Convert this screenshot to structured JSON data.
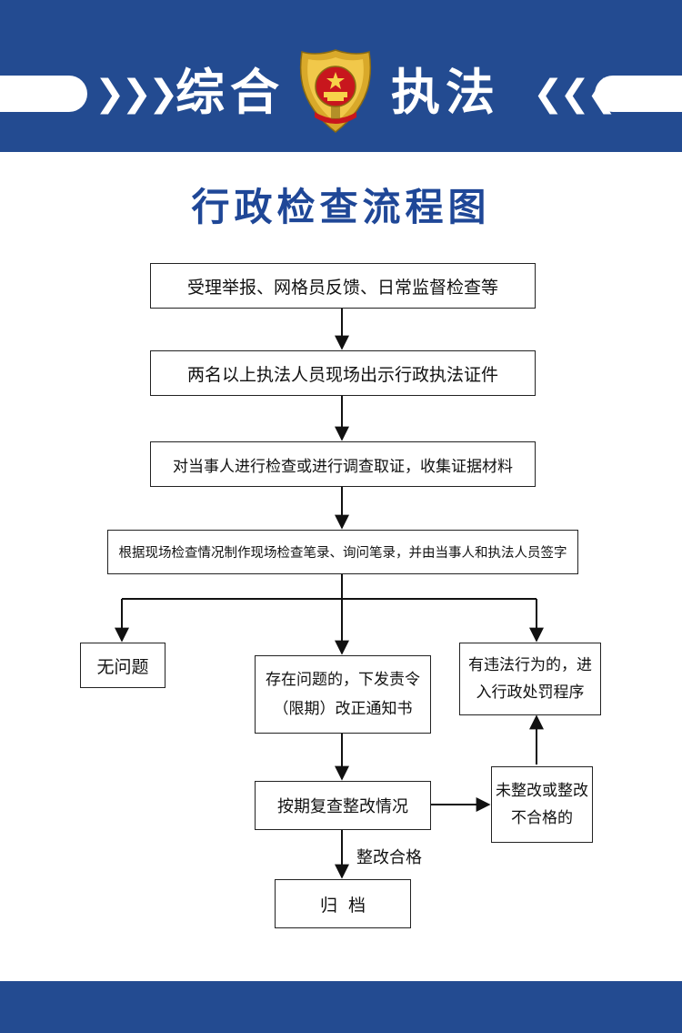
{
  "header": {
    "title_left": "综合",
    "title_right": "执法",
    "chevrons_left": "❯❯❯",
    "chevrons_right": "❮❮❮",
    "emblem_icon": "police-emblem-icon"
  },
  "title": "行政检查流程图",
  "steps": {
    "s1": "受理举报、网格员反馈、日常监督检查等",
    "s2": "两名以上执法人员现场出示行政执法证件",
    "s3": "对当事人进行检查或进行调查取证，收集证据材料",
    "s4": "根据现场检查情况制作现场检查笔录、询问笔录，并由当事人和执法人员签字",
    "no_issue": "无问题",
    "issue_line1": "存在问题的，下发责令",
    "issue_line2": "（限期）改正通知书",
    "violation_line1": "有违法行为的，进",
    "violation_line2": "入行政处罚程序",
    "recheck": "按期复查整改情况",
    "not_fixed_line1": "未整改或整改",
    "not_fixed_line2": "不合格的",
    "archive": "归  档"
  },
  "labels": {
    "passed": "整改合格"
  },
  "colors": {
    "banner": "#234b91",
    "title": "#1f4797",
    "emblem_gold": "#d9a92a",
    "emblem_red": "#c8161d"
  }
}
